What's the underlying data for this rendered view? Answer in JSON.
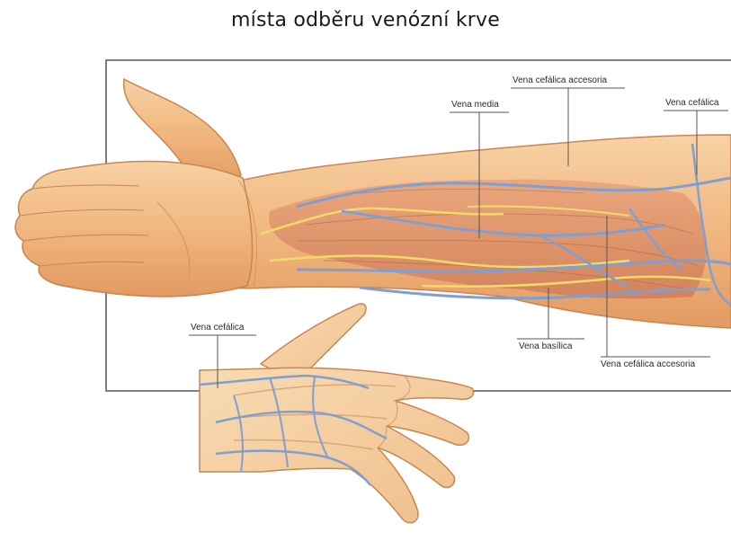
{
  "title": "místa odběru venózní krve",
  "labels": {
    "cefalica_accesoria_top": "Vena cefálica accesoria",
    "media": "Vena media",
    "cefalica_top": "Vena cefálica",
    "basilica": "Vena basílica",
    "cefalica_accesoria_bottom": "Vena cefálica accesoria",
    "cefalica_hand": "Vena cefálica"
  },
  "colors": {
    "skin": "#f2c08a",
    "skin_dark": "#d9955c",
    "muscle": "#d98a62",
    "vein": "#7f9fd0",
    "nerve": "#f0dc6a",
    "frame": "#555555"
  }
}
